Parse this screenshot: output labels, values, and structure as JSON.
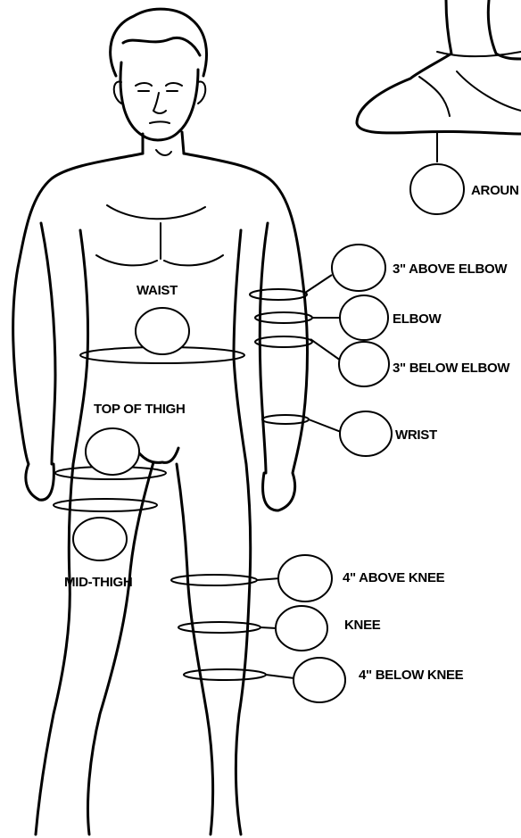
{
  "labels": {
    "around": "AROUN",
    "above_elbow": "3\" ABOVE ELBOW",
    "elbow": "ELBOW",
    "below_elbow": "3\" BELOW ELBOW",
    "wrist": "WRIST",
    "waist": "WAIST",
    "top_of_thigh": "TOP OF THIGH",
    "mid_thigh": "MID-THIGH",
    "above_knee": "4\" ABOVE KNEE",
    "knee": "KNEE",
    "below_knee": "4\" BELOW KNEE"
  }
}
